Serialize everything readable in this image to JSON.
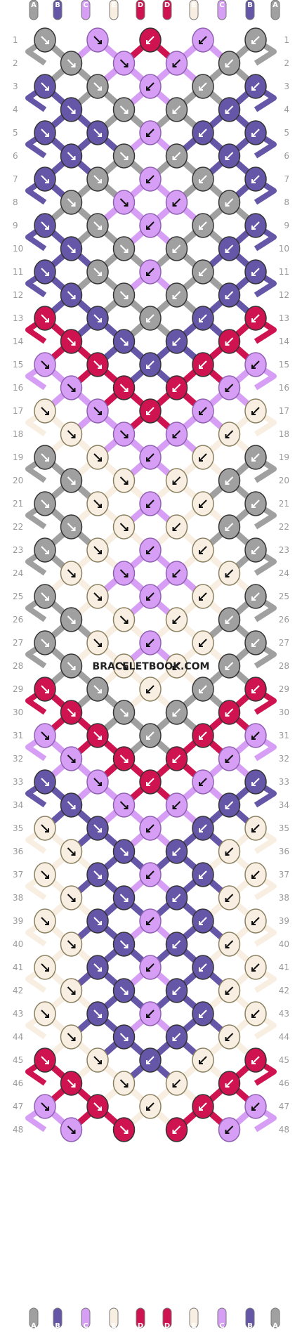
{
  "watermark": "BRACELETBOOK.COM",
  "strand_labels": [
    "A",
    "B",
    "C",
    "E",
    "D",
    "D",
    "E",
    "C",
    "B",
    "A"
  ],
  "colors": {
    "A": "#a0a0a0",
    "B": "#6556a8",
    "C": "#d69ef5",
    "D": "#cf1250",
    "E": "#f8efe2"
  },
  "row_count": 48,
  "rows": [
    {
      "n": "1",
      "k": [
        "A",
        "C",
        "D",
        "C",
        "A"
      ]
    },
    {
      "n": "2",
      "k": [
        "A",
        "C",
        "C",
        "A"
      ]
    },
    {
      "n": "3",
      "k": [
        "B",
        "A",
        "C",
        "A",
        "B"
      ]
    },
    {
      "n": "4",
      "k": [
        "B",
        "A",
        "A",
        "B"
      ]
    },
    {
      "n": "5",
      "k": [
        "B",
        "B",
        "C",
        "B",
        "B"
      ]
    },
    {
      "n": "6",
      "k": [
        "B",
        "A",
        "A",
        "B"
      ]
    },
    {
      "n": "7",
      "k": [
        "B",
        "A",
        "C",
        "A",
        "B"
      ]
    },
    {
      "n": "8",
      "k": [
        "A",
        "C",
        "C",
        "A"
      ]
    },
    {
      "n": "9",
      "k": [
        "B",
        "A",
        "C",
        "A",
        "B"
      ]
    },
    {
      "n": "10",
      "k": [
        "B",
        "A",
        "A",
        "B"
      ]
    },
    {
      "n": "11",
      "k": [
        "B",
        "A",
        "C",
        "A",
        "B"
      ]
    },
    {
      "n": "12",
      "k": [
        "B",
        "A",
        "A",
        "B"
      ]
    },
    {
      "n": "13",
      "k": [
        "D",
        "B",
        "A",
        "B",
        "D"
      ]
    },
    {
      "n": "14",
      "k": [
        "D",
        "B",
        "B",
        "D"
      ]
    },
    {
      "n": "15",
      "k": [
        "C",
        "D",
        "B",
        "D",
        "C"
      ]
    },
    {
      "n": "16",
      "k": [
        "C",
        "D",
        "D",
        "C"
      ]
    },
    {
      "n": "17",
      "k": [
        "E",
        "C",
        "D",
        "C",
        "E"
      ]
    },
    {
      "n": "18",
      "k": [
        "E",
        "C",
        "C",
        "E"
      ]
    },
    {
      "n": "19",
      "k": [
        "A",
        "E",
        "C",
        "E",
        "A"
      ]
    },
    {
      "n": "20",
      "k": [
        "A",
        "E",
        "E",
        "A"
      ]
    },
    {
      "n": "21",
      "k": [
        "A",
        "E",
        "C",
        "E",
        "A"
      ]
    },
    {
      "n": "22",
      "k": [
        "A",
        "E",
        "E",
        "A"
      ]
    },
    {
      "n": "23",
      "k": [
        "A",
        "E",
        "C",
        "E",
        "A"
      ]
    },
    {
      "n": "24",
      "k": [
        "E",
        "C",
        "C",
        "E"
      ]
    },
    {
      "n": "25",
      "k": [
        "A",
        "E",
        "C",
        "E",
        "A"
      ]
    },
    {
      "n": "26",
      "k": [
        "A",
        "E",
        "E",
        "A"
      ]
    },
    {
      "n": "27",
      "k": [
        "A",
        "E",
        "C",
        "E",
        "A"
      ]
    },
    {
      "n": "28",
      "k": [
        "A",
        "E",
        "E",
        "A"
      ]
    },
    {
      "n": "29",
      "k": [
        "D",
        "A",
        "E",
        "A",
        "D"
      ]
    },
    {
      "n": "30",
      "k": [
        "D",
        "A",
        "A",
        "D"
      ]
    },
    {
      "n": "31",
      "k": [
        "C",
        "D",
        "A",
        "D",
        "C"
      ]
    },
    {
      "n": "32",
      "k": [
        "C",
        "D",
        "D",
        "C"
      ]
    },
    {
      "n": "33",
      "k": [
        "B",
        "C",
        "D",
        "C",
        "B"
      ]
    },
    {
      "n": "34",
      "k": [
        "B",
        "C",
        "C",
        "B"
      ]
    },
    {
      "n": "35",
      "k": [
        "E",
        "B",
        "C",
        "B",
        "E"
      ]
    },
    {
      "n": "36",
      "k": [
        "E",
        "B",
        "B",
        "E"
      ]
    },
    {
      "n": "37",
      "k": [
        "E",
        "B",
        "C",
        "B",
        "E"
      ]
    },
    {
      "n": "38",
      "k": [
        "E",
        "B",
        "B",
        "E"
      ]
    },
    {
      "n": "39",
      "k": [
        "E",
        "B",
        "C",
        "B",
        "E"
      ]
    },
    {
      "n": "40",
      "k": [
        "E",
        "B",
        "B",
        "E"
      ]
    },
    {
      "n": "41",
      "k": [
        "E",
        "B",
        "C",
        "B",
        "E"
      ]
    },
    {
      "n": "42",
      "k": [
        "E",
        "B",
        "B",
        "E"
      ]
    },
    {
      "n": "43",
      "k": [
        "E",
        "B",
        "C",
        "B",
        "E"
      ]
    },
    {
      "n": "44",
      "k": [
        "E",
        "B",
        "B",
        "E"
      ]
    },
    {
      "n": "45",
      "k": [
        "D",
        "E",
        "B",
        "E",
        "D"
      ]
    },
    {
      "n": "46",
      "k": [
        "D",
        "E",
        "E",
        "D"
      ]
    },
    {
      "n": "47",
      "k": [
        "C",
        "D",
        "E",
        "D",
        "C"
      ]
    },
    {
      "n": "48",
      "k": [
        "C",
        "D",
        "D",
        "C"
      ]
    }
  ]
}
